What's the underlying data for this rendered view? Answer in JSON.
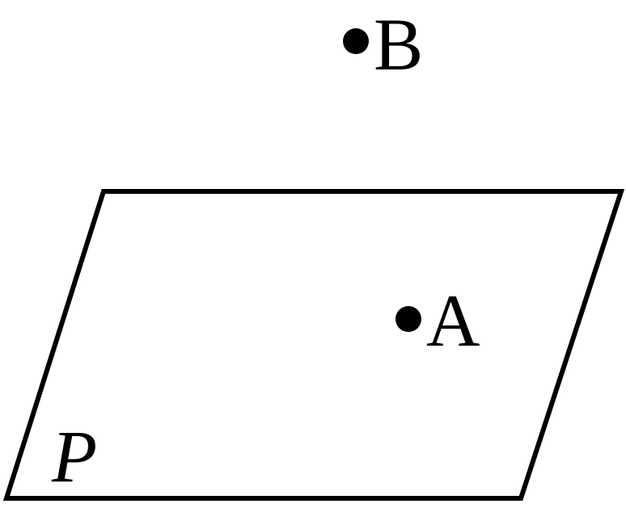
{
  "diagram": {
    "plane_label": "P",
    "points": [
      {
        "label": "B"
      },
      {
        "label": "A"
      }
    ],
    "colors": {
      "stroke": "#000000",
      "background": "#ffffff"
    }
  }
}
